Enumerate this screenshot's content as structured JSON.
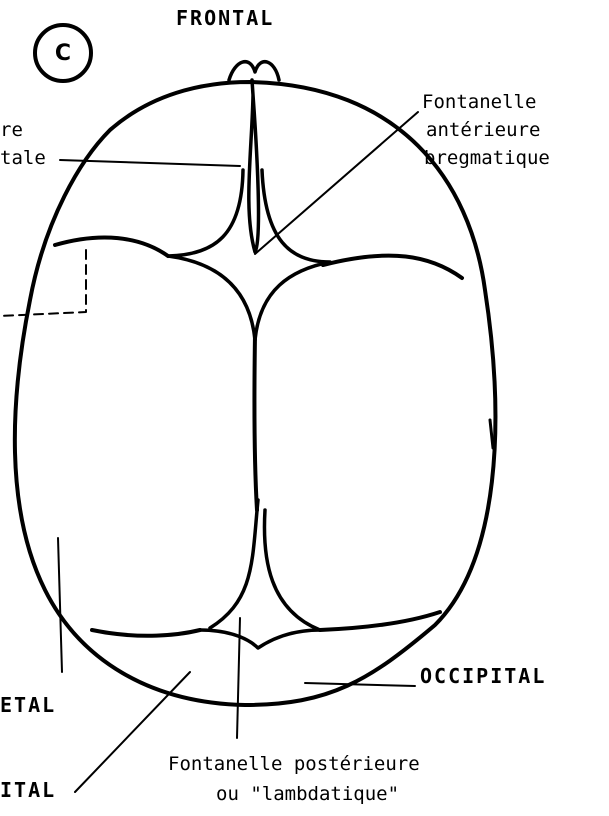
{
  "figure_letter": "C",
  "labels": {
    "frontal": "FRONTAL",
    "suture_left_line1": "re",
    "suture_left_line2": "tale",
    "anterior_line1": "Fontanelle",
    "anterior_line2": "antérieure",
    "anterior_line3": "bregmatique",
    "occipital": "OCCIPITAL",
    "parietal_partial": "ETAL",
    "occipital_partial": "ITAL",
    "posterior_line1": "Fontanelle postérieure",
    "posterior_line2": "ou \"lambdatique\""
  },
  "colors": {
    "ink": "#000000",
    "background": "#ffffff"
  }
}
